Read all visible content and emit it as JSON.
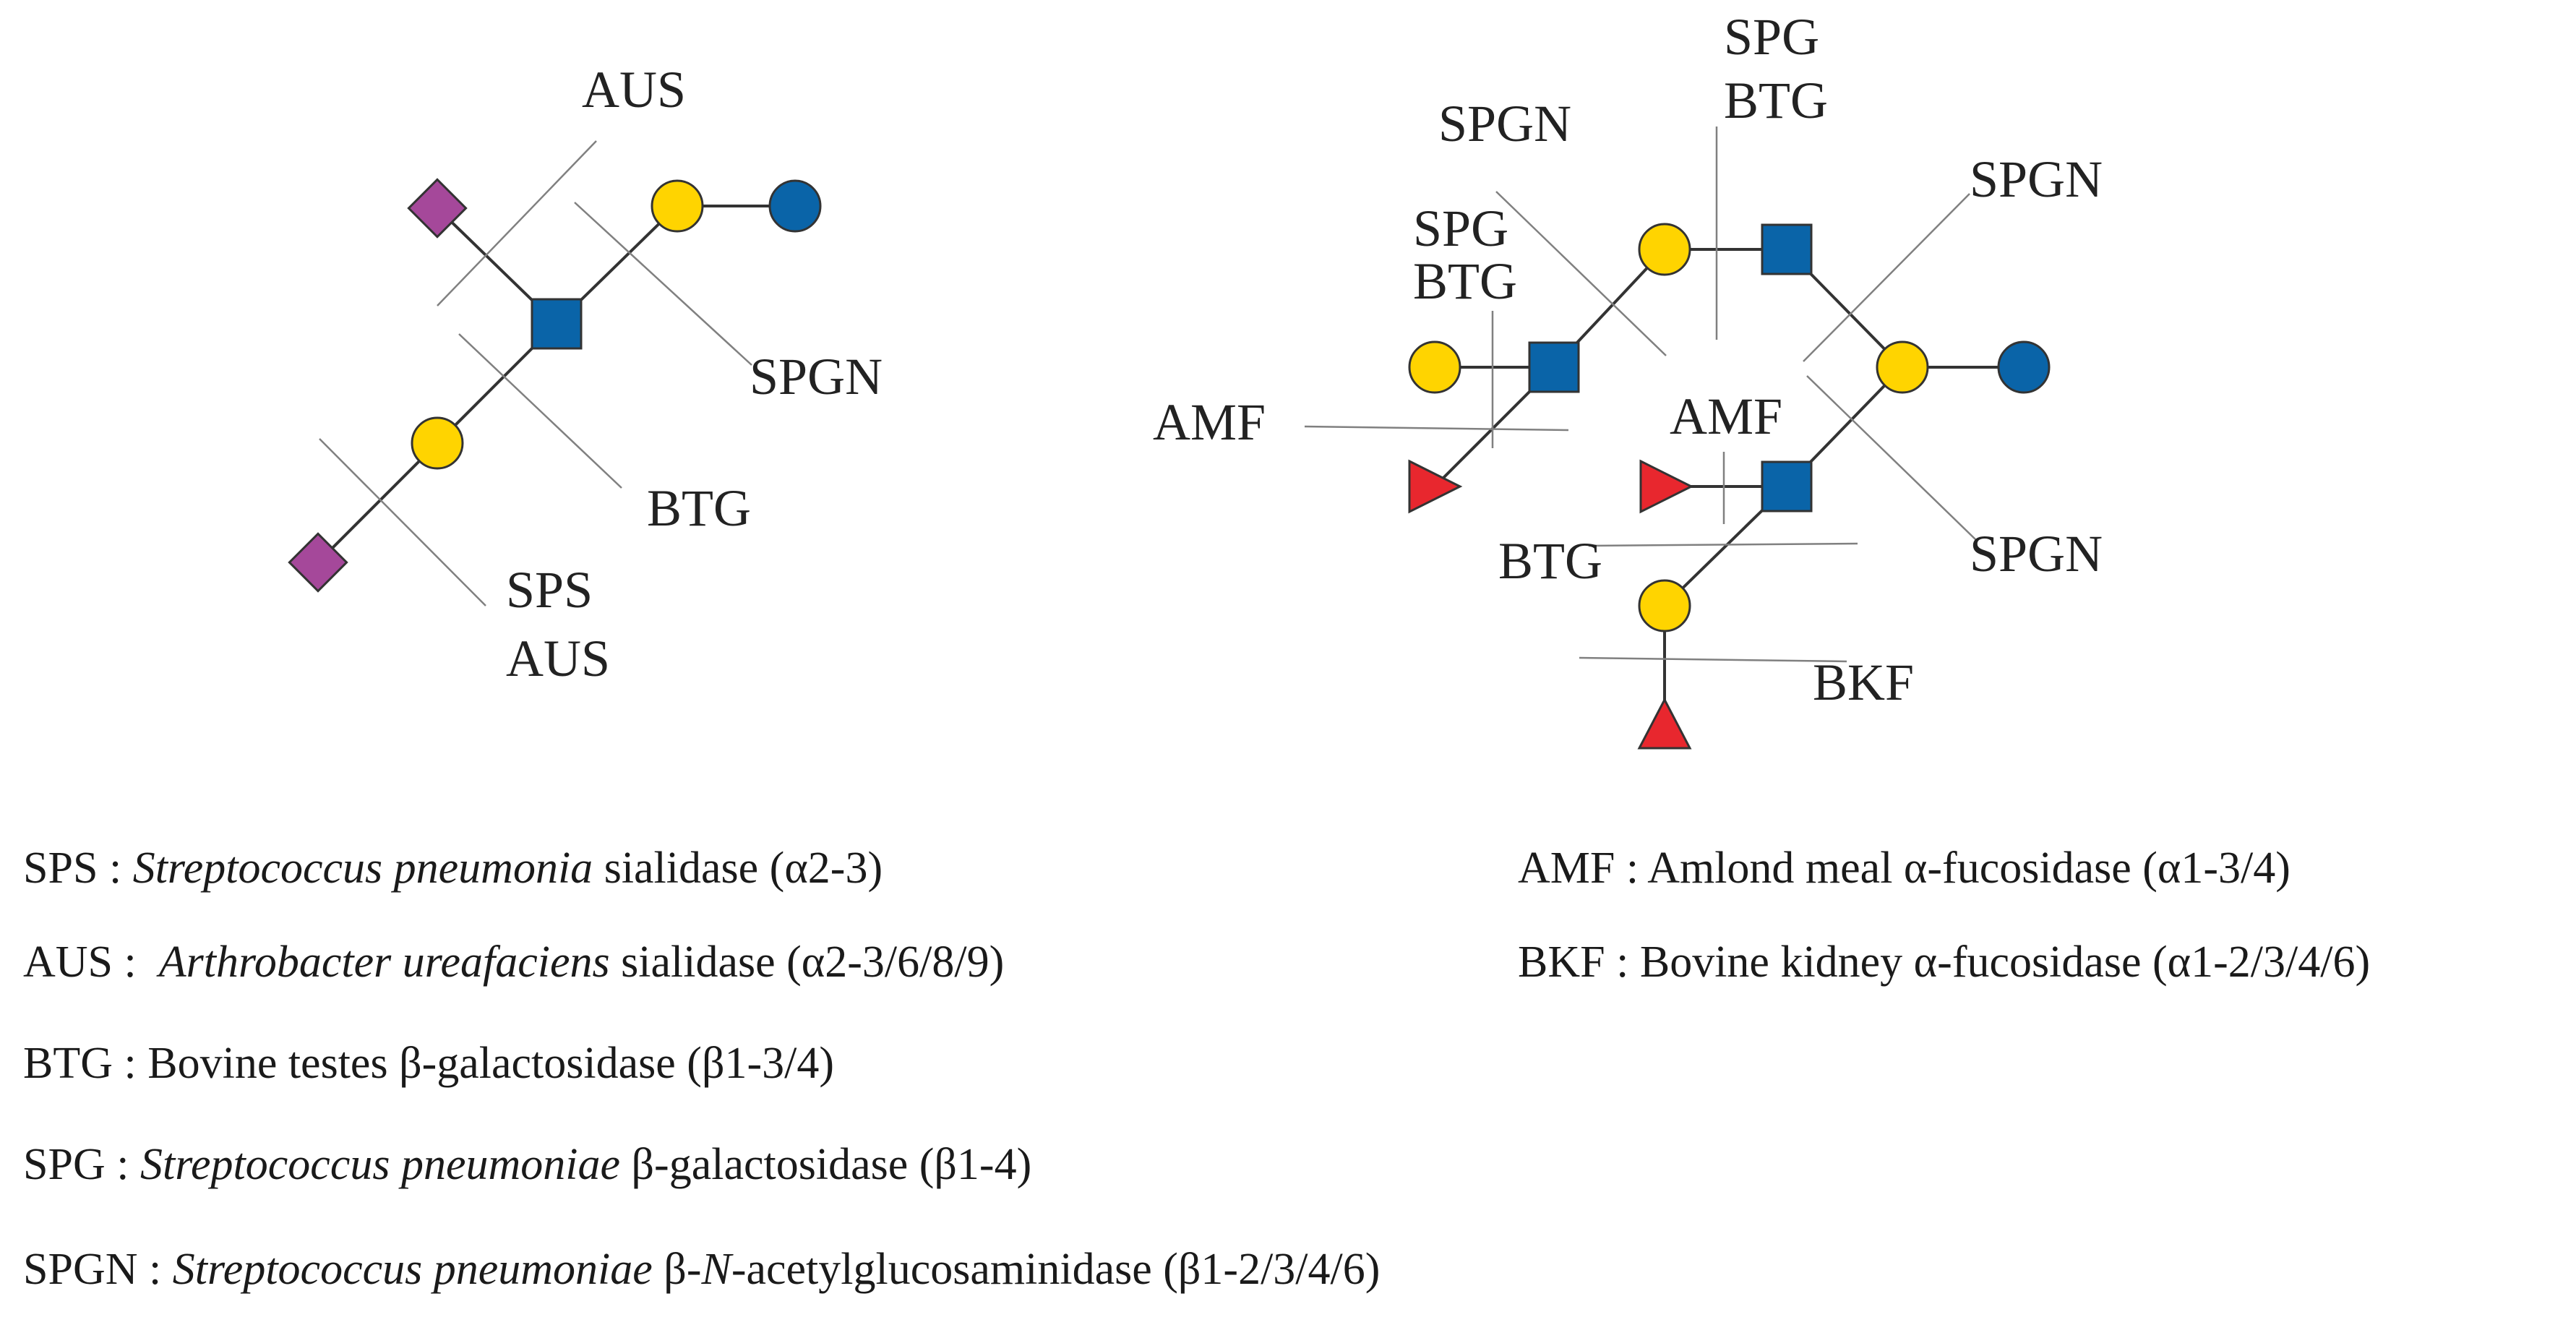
{
  "colors": {
    "galactose": "#FFD400",
    "glucose": "#0A64A8",
    "glcnac": "#0A64A8",
    "sialic_acid": "#A5489A",
    "fucose": "#E8272E",
    "bond": "#333333",
    "cleavage_line": "#808080"
  },
  "left_structure": {
    "labels": {
      "aus_top": "AUS",
      "spgn": "SPGN",
      "btg": "BTG",
      "sps": "SPS",
      "aus_bottom": "AUS"
    }
  },
  "right_structure": {
    "labels": {
      "spg_top": "SPG",
      "btg_top": "BTG",
      "spgn_upper_left": "SPGN",
      "spgn_upper_right": "SPGN",
      "spg_left": "SPG",
      "btg_left": "BTG",
      "amf_left": "AMF",
      "amf_center": "AMF",
      "btg_lower": "BTG",
      "spgn_lower_right": "SPGN",
      "bkf": "BKF"
    }
  },
  "legend": {
    "sps": {
      "abbr": "SPS",
      "sep": " : ",
      "organism": "Streptococcus pneumonia",
      "desc": " sialidase (α2-3)"
    },
    "aus": {
      "abbr": "AUS",
      "sep": " :  ",
      "organism": "Arthrobacter ureafaciens",
      "desc": " sialidase (α2-3/6/8/9)"
    },
    "btg": {
      "abbr": "BTG",
      "sep": " : ",
      "desc": "Bovine testes β-galactosidase (β1-3/4)"
    },
    "spg": {
      "abbr": "SPG",
      "sep": " : ",
      "organism": "Streptococcus pneumoniae",
      "desc": " β-galactosidase (β1-4)"
    },
    "spgn": {
      "abbr": "SPGN",
      "sep": " : ",
      "organism": "Streptococcus pneumoniae",
      "desc_a": " β-",
      "desc_n": "N",
      "desc_b": "-acetylglucosaminidase (β1-2/3/4/6)"
    },
    "amf": {
      "abbr": "AMF",
      "sep": " : ",
      "desc": "Amlond meal α-fucosidase (α1-3/4)"
    },
    "bkf": {
      "abbr": "BKF",
      "sep": " : ",
      "desc": "Bovine kidney α-fucosidase (α1-2/3/4/6)"
    }
  }
}
